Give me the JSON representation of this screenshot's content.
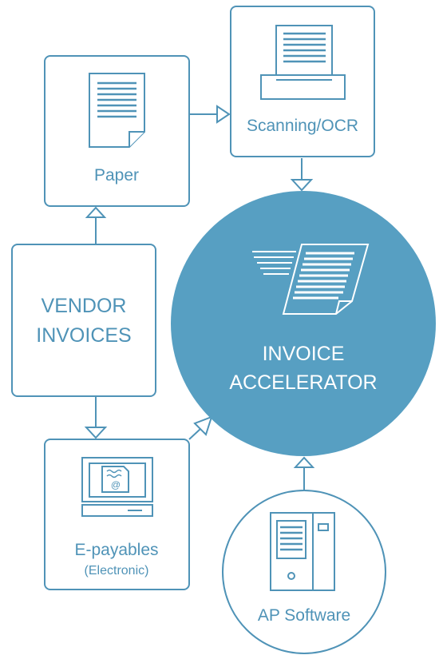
{
  "nodes": {
    "vendor_invoices": {
      "line1": "VENDOR",
      "line2": "INVOICES"
    },
    "paper": {
      "label": "Paper"
    },
    "scanning": {
      "label": "Scanning/OCR"
    },
    "epayables": {
      "label": "E-payables",
      "sublabel": "(Electronic)"
    },
    "invoice_accelerator": {
      "line1": "INVOICE",
      "line2": "ACCELERATOR"
    },
    "ap_software": {
      "label": "AP Software"
    }
  },
  "icons": {
    "paper": "document-icon",
    "scanning": "scanner-icon",
    "epayables": "computer-icon",
    "invoice_accelerator": "fast-document-icon",
    "ap_software": "server-icon"
  },
  "colors": {
    "stroke": "#4f93b7",
    "circle_fill": "#579fc2",
    "white": "#ffffff"
  }
}
